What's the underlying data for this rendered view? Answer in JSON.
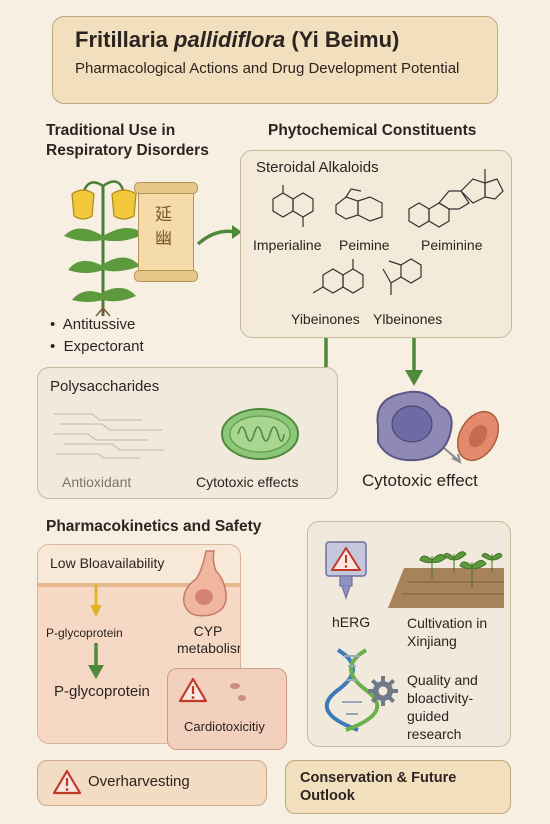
{
  "title": {
    "main_prefix": "Fritillaria ",
    "main_italic": "pallidiflora",
    "main_suffix": " (Yi Beimu)",
    "subtitle": "Pharmacological Actions and Drug Development Potential"
  },
  "traditional": {
    "heading": "Traditional Use in Respiratory Disorders",
    "scroll_text": "延幽",
    "bullets": [
      "Antitussive",
      "Expectorant"
    ]
  },
  "phytochem": {
    "heading": "Phytochemical Constituents",
    "alkaloids": {
      "heading": "Steroidal Alkaloids",
      "compounds": [
        "Imperialine",
        "Peimine",
        "Peiminine",
        "Yibeinones",
        "Ylbeinones"
      ]
    }
  },
  "polysaccharides": {
    "heading": "Polysaccharides",
    "items": [
      "Antioxidant",
      "Cytotoxic effects"
    ]
  },
  "cytotoxic": {
    "label": "Cytotoxic effect"
  },
  "pk": {
    "heading": "Pharmacokinetics and Safety",
    "low_bio": "Low Bloavailability",
    "pgp_small": "P-glycoprotein",
    "cyp": "CYP metabolism",
    "pgp_large": "P-glycoprotein",
    "cardio": "Cardiotoxicitiy"
  },
  "right_panel": {
    "herg": "hERG",
    "cultivation": "Cultivation in Xinjiang",
    "quality": "Quality and bloactivity-guided research"
  },
  "footer": {
    "overharvesting": "Overharvesting",
    "conservation": "Conservation & Future Outlook"
  },
  "colors": {
    "background": "#f6efe2",
    "title_box": "#f2dfbe",
    "arrow_green": "#4f8a3c",
    "warning_red": "#c0392b",
    "pk_panel": "#f6d9c4"
  }
}
